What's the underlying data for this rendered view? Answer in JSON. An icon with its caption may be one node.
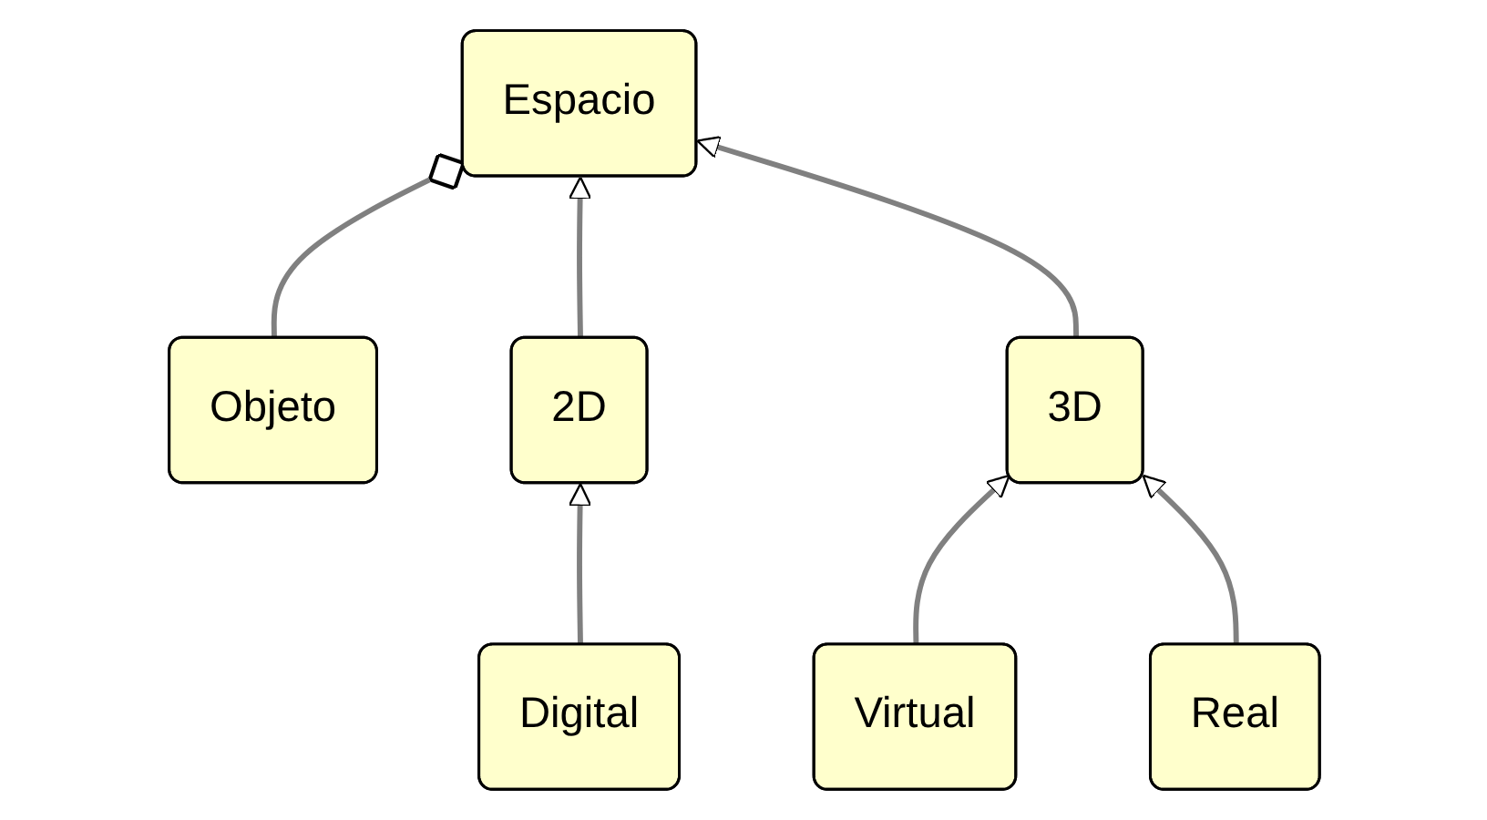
{
  "diagram": {
    "nodes": [
      {
        "text": [
          "Espacio"
        ]
      },
      {
        "text": [
          "Objeto"
        ]
      },
      {
        "text": [
          "2D"
        ]
      },
      {
        "text": [
          "3D"
        ]
      },
      {
        "text": [
          "Digital"
        ]
      },
      {
        "text": [
          "Virtual"
        ]
      },
      {
        "text": [
          "Real"
        ]
      }
    ],
    "edges": [
      {
        "from": 1,
        "to": 0,
        "arrow": "other"
      },
      {
        "from": 2,
        "to": 0,
        "arrow": "to"
      },
      {
        "from": 3,
        "to": 0,
        "arrow": "to"
      },
      {
        "from": 4,
        "to": 2,
        "arrow": "to"
      },
      {
        "from": 5,
        "to": 3,
        "arrow": "to"
      },
      {
        "from": 6,
        "to": 3,
        "arrow": "to"
      }
    ]
  }
}
